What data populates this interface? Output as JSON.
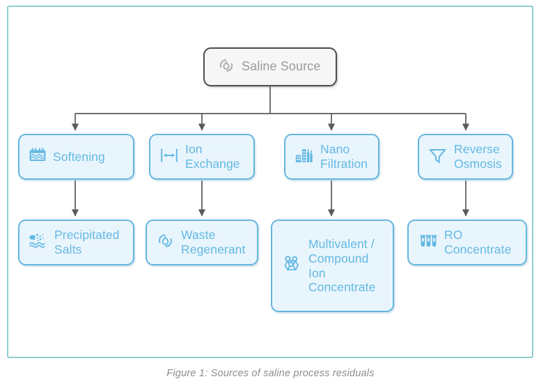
{
  "figure": {
    "caption": "Figure 1: Sources of saline process residuals",
    "frame_color": "#8ecdd2",
    "accent_blue": "#63b8e4",
    "node_fill": "#e9f5fc",
    "node_border": "#64b5e0",
    "source_fill": "#f6f6f6",
    "source_border": "#4c4c4c",
    "source_text": "#9b9b9b",
    "connector_color": "#5a5a5a",
    "caption_color": "#8d8d8d"
  },
  "diagram": {
    "type": "flow-tree",
    "root": {
      "id": "saline-source",
      "label": "Saline Source",
      "icon": "recycle-droplet-icon",
      "style": "gray"
    },
    "processes": [
      {
        "id": "softening",
        "label": "Softening",
        "icon": "water-tank-icon",
        "style": "blue"
      },
      {
        "id": "ion-exchange",
        "label": "Ion\nExchange",
        "icon": "ion-exchange-icon",
        "style": "blue"
      },
      {
        "id": "nano-filtration",
        "label": "Nano\nFiltration",
        "icon": "industrial-plant-icon",
        "style": "blue"
      },
      {
        "id": "reverse-osmosis",
        "label": "Reverse\nOsmosis",
        "icon": "funnel-icon",
        "style": "blue"
      }
    ],
    "residuals": [
      {
        "id": "precipitated-salts",
        "label": "Precipitated\nSalts",
        "icon": "precipitate-water-icon",
        "style": "blue"
      },
      {
        "id": "waste-regenerant",
        "label": "Waste\nRegenerant",
        "icon": "recycle-droplet-icon",
        "style": "blue"
      },
      {
        "id": "multivalent-ion",
        "label": "Multivalent /\nCompound\nIon\nConcentrate",
        "icon": "molecule-icon",
        "style": "blue"
      },
      {
        "id": "ro-concentrate",
        "label": "RO\nConcentrate",
        "icon": "test-tubes-icon",
        "style": "blue"
      }
    ],
    "edges": [
      {
        "from": "saline-source",
        "to": "softening"
      },
      {
        "from": "saline-source",
        "to": "ion-exchange"
      },
      {
        "from": "saline-source",
        "to": "nano-filtration"
      },
      {
        "from": "saline-source",
        "to": "reverse-osmosis"
      },
      {
        "from": "softening",
        "to": "precipitated-salts"
      },
      {
        "from": "ion-exchange",
        "to": "waste-regenerant"
      },
      {
        "from": "nano-filtration",
        "to": "multivalent-ion"
      },
      {
        "from": "reverse-osmosis",
        "to": "ro-concentrate"
      }
    ]
  }
}
